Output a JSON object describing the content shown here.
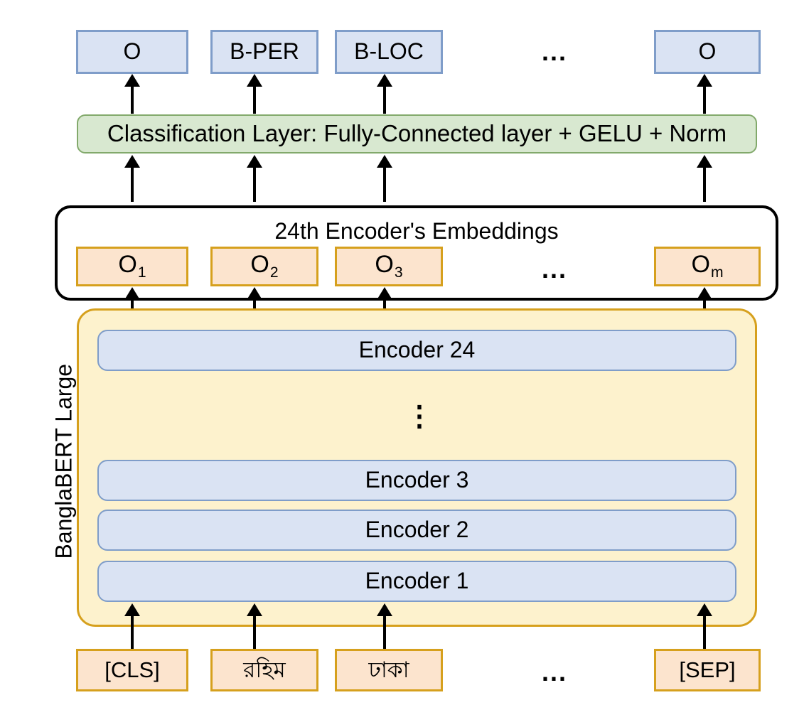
{
  "diagram": {
    "title": "BanglaBERT Large token classification architecture",
    "colors": {
      "tag_fill": "#dae3f3",
      "tag_border": "#7f9dc9",
      "token_fill": "#fce4ce",
      "token_border": "#d6a01d",
      "encoder_fill": "#dae3f3",
      "encoder_border": "#7f9dc9",
      "classification_fill": "#d8e8d0",
      "classification_border": "#82a96b",
      "container_fill": "#fdf2cd",
      "container_border": "#d6a01d",
      "panel_border": "#000000",
      "arrow": "#000000"
    },
    "output_tags": [
      {
        "label": "O"
      },
      {
        "label": "B-PER"
      },
      {
        "label": "B-LOC"
      },
      {
        "label": "O"
      }
    ],
    "output_ellipsis": "...",
    "classification_layer": {
      "label": "Classification Layer: Fully-Connected layer + GELU + Norm"
    },
    "embeddings_panel": {
      "title": "24th Encoder's Embeddings",
      "ellipsis": "...",
      "tokens": [
        {
          "base": "O",
          "subscript": "1"
        },
        {
          "base": "O",
          "subscript": "2"
        },
        {
          "base": "O",
          "subscript": "3"
        },
        {
          "base": "O",
          "subscript": "m"
        }
      ]
    },
    "bert": {
      "label": "BanglaBERT Large",
      "vertical_ellipsis": "⋮",
      "encoders": [
        {
          "label": "Encoder 24"
        },
        {
          "label": "Encoder 3"
        },
        {
          "label": "Encoder 2"
        },
        {
          "label": "Encoder 1"
        }
      ]
    },
    "input_tokens": [
      {
        "label": "[CLS]"
      },
      {
        "label": "রহিম"
      },
      {
        "label": "ঢাকা"
      },
      {
        "label": "[SEP]"
      }
    ],
    "input_ellipsis": "..."
  }
}
